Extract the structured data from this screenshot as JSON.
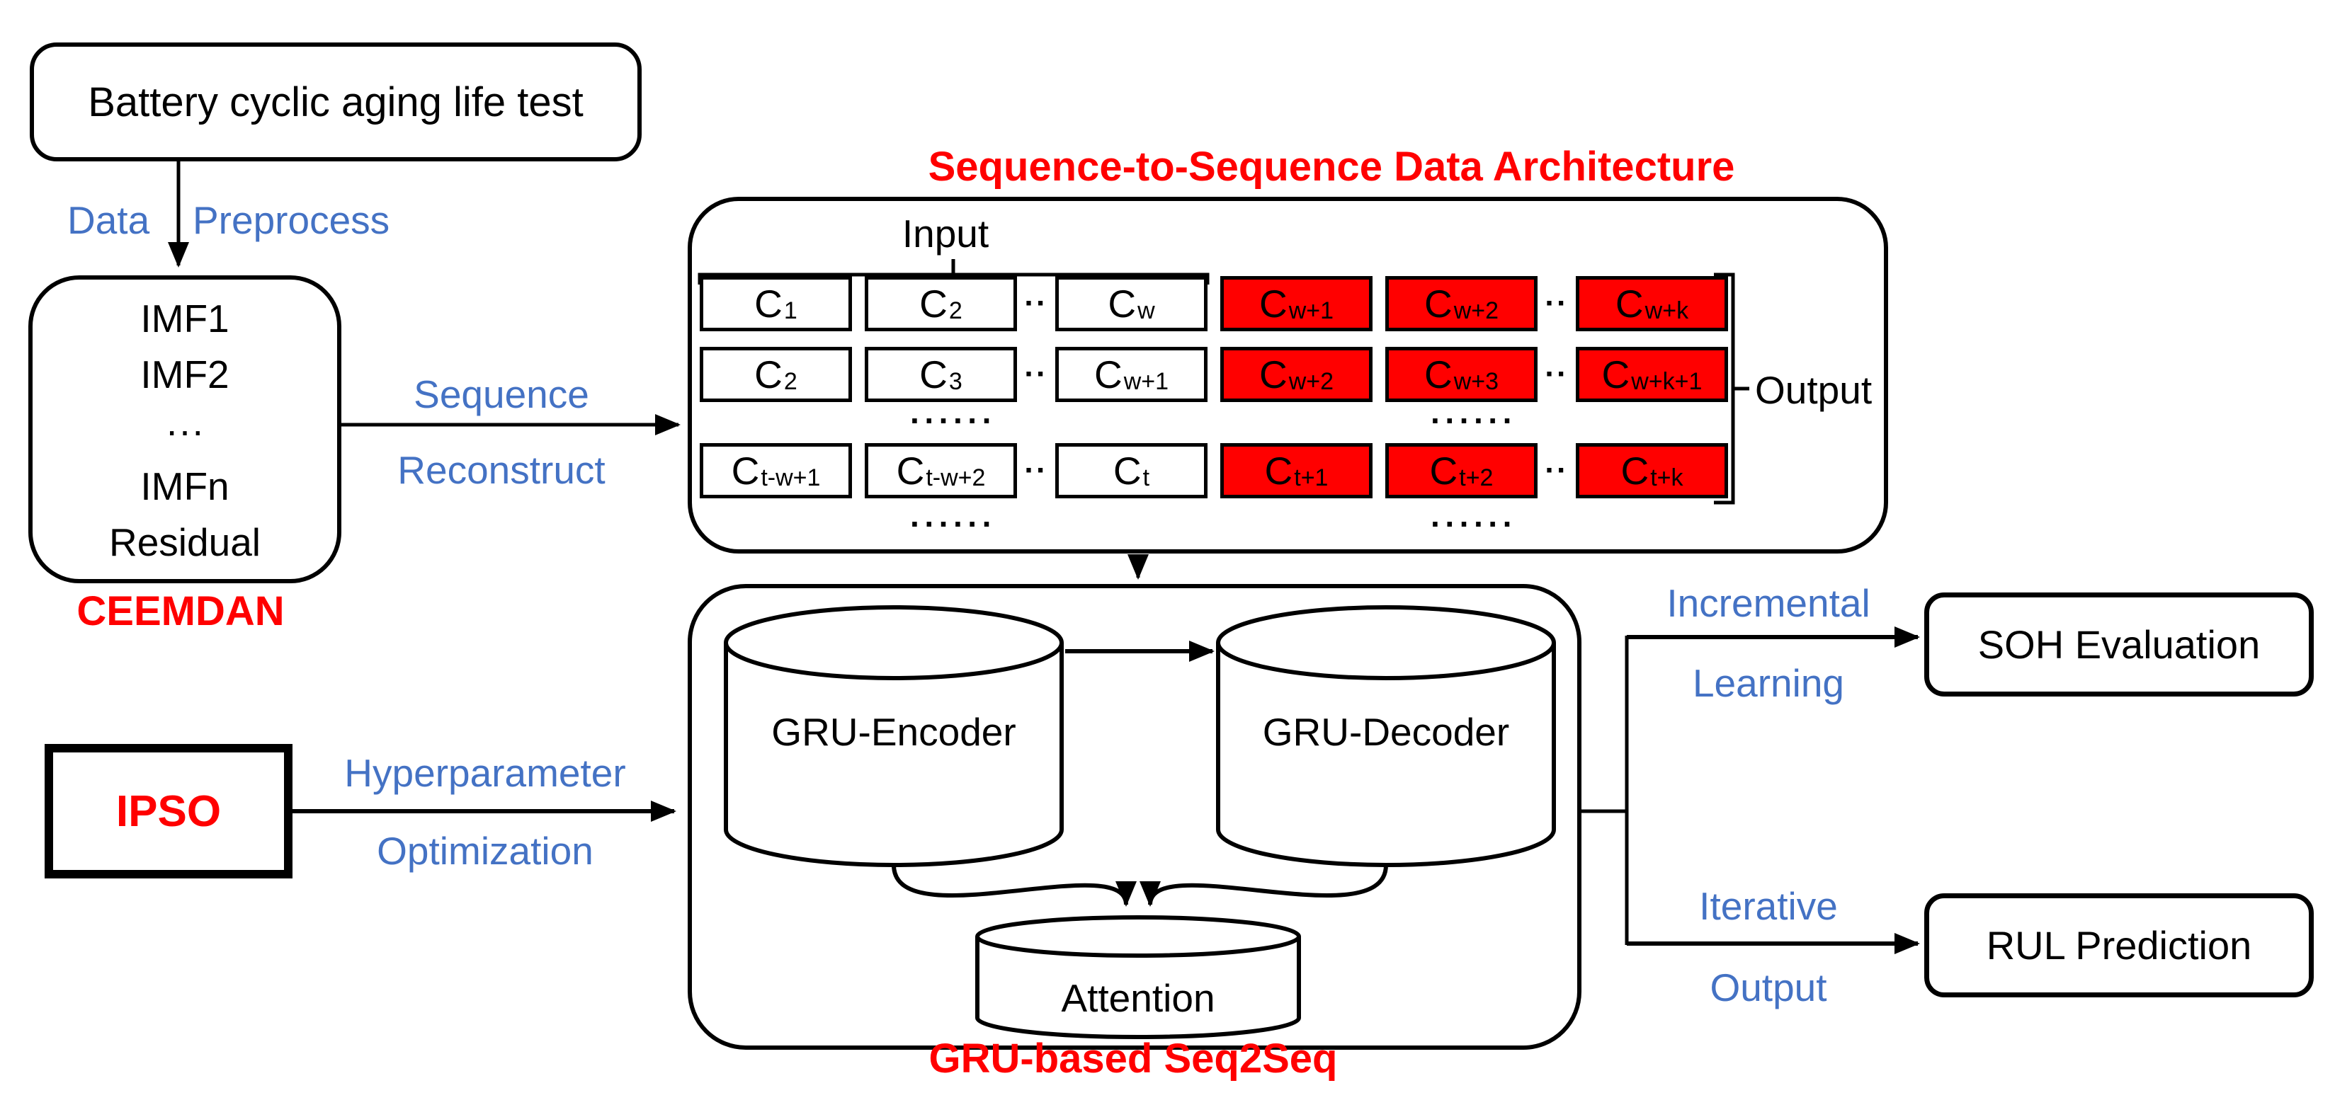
{
  "colors": {
    "accent_blue": "#4472C4",
    "accent_red": "#FF0000",
    "cell_red": "#FF0000"
  },
  "flow": {
    "battery_box": "Battery cyclic aging life test",
    "data_preprocess": {
      "word1": "Data",
      "word2": "Preprocess"
    },
    "imf_box": {
      "lines": [
        "IMF1",
        "IMF2",
        "···",
        "IMFn",
        "Residual"
      ]
    },
    "ceemdan_label": "CEEMDAN",
    "sequence_reconstruct": {
      "line1": "Sequence",
      "line2": "Reconstruct"
    }
  },
  "seq2seq_data": {
    "title": "Sequence-to-Sequence Data Architecture",
    "input_label": "Input",
    "output_label": "Output",
    "h_dots": "··",
    "row_dots": "······",
    "rows": [
      {
        "white": [
          {
            "b": "C",
            "s": "1"
          },
          {
            "b": "C",
            "s": "2"
          },
          {
            "b": "C",
            "s": "w"
          }
        ],
        "red": [
          {
            "b": "C",
            "s": "w+1"
          },
          {
            "b": "C",
            "s": "w+2"
          },
          {
            "b": "C",
            "s": "w+k"
          }
        ]
      },
      {
        "white": [
          {
            "b": "C",
            "s": "2"
          },
          {
            "b": "C",
            "s": "3"
          },
          {
            "b": "C",
            "s": "w+1"
          }
        ],
        "red": [
          {
            "b": "C",
            "s": "w+2"
          },
          {
            "b": "C",
            "s": "w+3"
          },
          {
            "b": "C",
            "s": "w+k+1"
          }
        ]
      },
      {
        "white": [
          {
            "b": "C",
            "s": "t-w+1"
          },
          {
            "b": "C",
            "s": "t-w+2"
          },
          {
            "b": "C",
            "s": "t"
          }
        ],
        "red": [
          {
            "b": "C",
            "s": "t+1"
          },
          {
            "b": "C",
            "s": "t+2"
          },
          {
            "b": "C",
            "s": "t+k"
          }
        ]
      }
    ]
  },
  "gru": {
    "encoder": "GRU-Encoder",
    "decoder": "GRU-Decoder",
    "attention": "Attention",
    "caption": "GRU-based Seq2Seq"
  },
  "ipso": {
    "label": "IPSO",
    "arrow_label": {
      "line1": "Hyperparameter",
      "line2": "Optimization"
    }
  },
  "outputs": {
    "incremental": {
      "line1": "Incremental",
      "line2": "Learning"
    },
    "soh_box": "SOH Evaluation",
    "iterative": {
      "line1": "Iterative",
      "line2": "Output"
    },
    "rul_box": "RUL Prediction"
  }
}
